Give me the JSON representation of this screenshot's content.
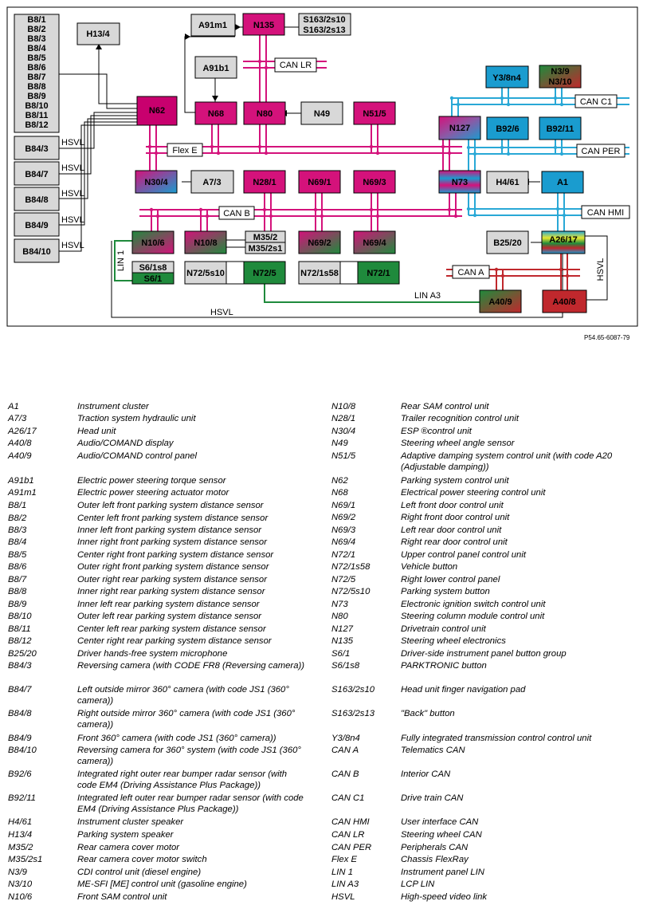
{
  "figure_ref": "P54.65-6087-79",
  "colors": {
    "gray_box": "#d8d8d8",
    "magenta": "#c8006e",
    "cyan_box": "#1a9ccf",
    "green_box": "#1f8a3c",
    "red_box": "#c0282d",
    "can_magenta": "#d4127b",
    "can_cyan": "#29a8d6",
    "lin_green": "#1f8a3c",
    "can_red": "#c0282d"
  },
  "diagram": {
    "b8_list": [
      "B8/1",
      "B8/2",
      "B8/3",
      "B8/4",
      "B8/5",
      "B8/6",
      "B8/7",
      "B8/8",
      "B8/9",
      "B8/10",
      "B8/11",
      "B8/12"
    ],
    "nodes": {
      "h13_4": "H13/4",
      "a91m1": "A91m1",
      "n135": "N135",
      "s163": [
        "S163/2s10",
        "S163/2s13"
      ],
      "a91b1": "A91b1",
      "n62": "N62",
      "n68": "N68",
      "n80": "N80",
      "n49": "N49",
      "n51_5": "N51/5",
      "y3_8n4": "Y3/8n4",
      "n3": [
        "N3/9",
        "N3/10"
      ],
      "b84_3": "B84/3",
      "b84_7": "B84/7",
      "b84_8": "B84/8",
      "b84_9": "B84/9",
      "b84_10": "B84/10",
      "n127": "N127",
      "b92_6": "B92/6",
      "b92_11": "B92/11",
      "n30_4": "N30/4",
      "a7_3": "A7/3",
      "n28_1": "N28/1",
      "n69_1": "N69/1",
      "n69_3": "N69/3",
      "n73": "N73",
      "h4_61": "H4/61",
      "a1": "A1",
      "n10_6": "N10/6",
      "n10_8": "N10/8",
      "m35": [
        "M35/2",
        "M35/2s1"
      ],
      "n69_2": "N69/2",
      "n69_4": "N69/4",
      "b25_20": "B25/20",
      "a26_17": "A26/17",
      "s6_1s8": "S6/1s8",
      "s6_1": "S6/1",
      "n72_5s10": "N72/5s10",
      "n72_5": "N72/5",
      "n72_1s58": "N72/1s58",
      "n72_1": "N72/1",
      "a40_9": "A40/9",
      "a40_8": "A40/8"
    },
    "bus_labels": {
      "can_lr": "CAN LR",
      "can_c1": "CAN C1",
      "flex_e": "Flex E",
      "can_per": "CAN PER",
      "can_b": "CAN B",
      "can_hmi": "CAN HMI",
      "can_a": "CAN A",
      "lin_a3": "LIN A3",
      "lin_1": "LIN 1",
      "hsvl": "HSVL"
    }
  },
  "legend": {
    "left": [
      {
        "code": "A1",
        "desc": "Instrument cluster"
      },
      {
        "code": "A7/3",
        "desc": "Traction system hydraulic unit"
      },
      {
        "code": "A26/17",
        "desc": "Head unit"
      },
      {
        "code": "A40/8",
        "desc": "Audio/COMAND display"
      },
      {
        "code": "A40/9",
        "desc": "Audio/COMAND control panel"
      },
      {
        "code": "A91b1",
        "desc": "Electric power steering torque sensor"
      },
      {
        "code": "A91m1",
        "desc": "Electric power steering actuator motor"
      },
      {
        "code": "B8/1",
        "desc": "Outer left front parking system distance sensor"
      },
      {
        "code": "B8/2",
        "desc": "Center left front parking system distance sensor"
      },
      {
        "code": "B8/3",
        "desc": "Inner left front parking system distance sensor"
      },
      {
        "code": "B8/4",
        "desc": "Inner right front parking system distance sensor"
      },
      {
        "code": "B8/5",
        "desc": "Center right front parking system distance sensor"
      },
      {
        "code": "B8/6",
        "desc": "Outer right front parking system distance sensor"
      },
      {
        "code": "B8/7",
        "desc": "Outer right rear parking system distance sensor"
      },
      {
        "code": "B8/8",
        "desc": "Inner right rear parking system distance sensor"
      },
      {
        "code": "B8/9",
        "desc": "Inner left rear parking system distance sensor"
      },
      {
        "code": "B8/10",
        "desc": "Outer left rear parking system distance sensor"
      },
      {
        "code": "B8/11",
        "desc": "Center left rear parking system distance sensor"
      },
      {
        "code": "B8/12",
        "desc": "Center right rear parking system distance sensor"
      },
      {
        "code": "B25/20",
        "desc": "Driver hands-free system microphone"
      },
      {
        "code": "B84/3",
        "desc": "Reversing camera (with CODE FR8 (Reversing camera))"
      },
      {
        "code": "B84/7",
        "desc": "Left outside mirror 360° camera (with code JS1 (360° camera))"
      },
      {
        "code": "B84/8",
        "desc": "Right outside mirror 360° camera (with code JS1 (360° camera))"
      },
      {
        "code": "B84/9",
        "desc": "Front 360° camera (with code JS1 (360° camera))"
      },
      {
        "code": "B84/10",
        "desc": "Reversing camera for 360° system (with code JS1 (360° camera))"
      },
      {
        "code": "B92/6",
        "desc": "Integrated right outer rear bumper radar sensor (with code EM4 (Driving Assistance Plus Package))"
      },
      {
        "code": "B92/11",
        "desc": "Integrated left outer rear bumper radar sensor (with code EM4 (Driving Assistance Plus Package))"
      },
      {
        "code": "H4/61",
        "desc": "Instrument cluster speaker"
      },
      {
        "code": "H13/4",
        "desc": "Parking system speaker"
      },
      {
        "code": "M35/2",
        "desc": "Rear camera cover motor"
      },
      {
        "code": "M35/2s1",
        "desc": "Rear camera cover motor switch"
      },
      {
        "code": "N3/9",
        "desc": "CDI control unit (diesel engine)"
      },
      {
        "code": "N3/10",
        "desc": "ME-SFI [ME] control unit (gasoline engine)"
      },
      {
        "code": "N10/6",
        "desc": "Front SAM control unit"
      }
    ],
    "right": [
      {
        "code": "N10/8",
        "desc": "Rear SAM control unit"
      },
      {
        "code": "N28/1",
        "desc": "Trailer recognition control unit"
      },
      {
        "code": "N30/4",
        "desc": "ESP ®control unit"
      },
      {
        "code": "N49",
        "desc": "Steering wheel angle sensor"
      },
      {
        "code": "N51/5",
        "desc": "Adaptive damping system control unit (with code A20 (Adjustable damping))"
      },
      {
        "code": "N62",
        "desc": "Parking system control unit"
      },
      {
        "code": "N68",
        "desc": "Electrical power steering control unit"
      },
      {
        "code": "N69/1",
        "desc": "Left front door control unit"
      },
      {
        "code": "N69/2",
        "desc": "Right front door control unit"
      },
      {
        "code": "N69/3",
        "desc": "Left rear door control unit"
      },
      {
        "code": "N69/4",
        "desc": "Right rear door control unit"
      },
      {
        "code": "N72/1",
        "desc": "Upper control panel control unit"
      },
      {
        "code": "N72/1s58",
        "desc": "Vehicle button"
      },
      {
        "code": "N72/5",
        "desc": "Right lower control panel"
      },
      {
        "code": "N72/5s10",
        "desc": "Parking system button"
      },
      {
        "code": "N73",
        "desc": "Electronic ignition switch control unit"
      },
      {
        "code": "N80",
        "desc": "Steering column module control unit"
      },
      {
        "code": "N127",
        "desc": "Drivetrain control unit"
      },
      {
        "code": "N135",
        "desc": "Steering wheel electronics"
      },
      {
        "code": "S6/1",
        "desc": "Driver-side instrument panel button group"
      },
      {
        "code": "S6/1s8",
        "desc": "PARKTRONIC button"
      },
      {
        "code": "S163/2s10",
        "desc": "Head unit finger navigation pad"
      },
      {
        "code": "S163/2s13",
        "desc": "\"Back\" button"
      },
      {
        "code": "Y3/8n4",
        "desc": "Fully integrated transmission control control unit"
      },
      {
        "code": "CAN A",
        "desc": "Telematics CAN"
      },
      {
        "code": "CAN B",
        "desc": "Interior CAN"
      },
      {
        "code": "CAN C1",
        "desc": "Drive train CAN"
      },
      {
        "code": "CAN HMI",
        "desc": "User interface CAN"
      },
      {
        "code": "CAN LR",
        "desc": "Steering wheel CAN"
      },
      {
        "code": "CAN PER",
        "desc": "Peripherals CAN"
      },
      {
        "code": "Flex E",
        "desc": "Chassis FlexRay"
      },
      {
        "code": "LIN 1",
        "desc": "Instrument panel LIN"
      },
      {
        "code": "LIN A3",
        "desc": "LCP LIN"
      },
      {
        "code": "HSVL",
        "desc": "High-speed video link"
      }
    ]
  }
}
